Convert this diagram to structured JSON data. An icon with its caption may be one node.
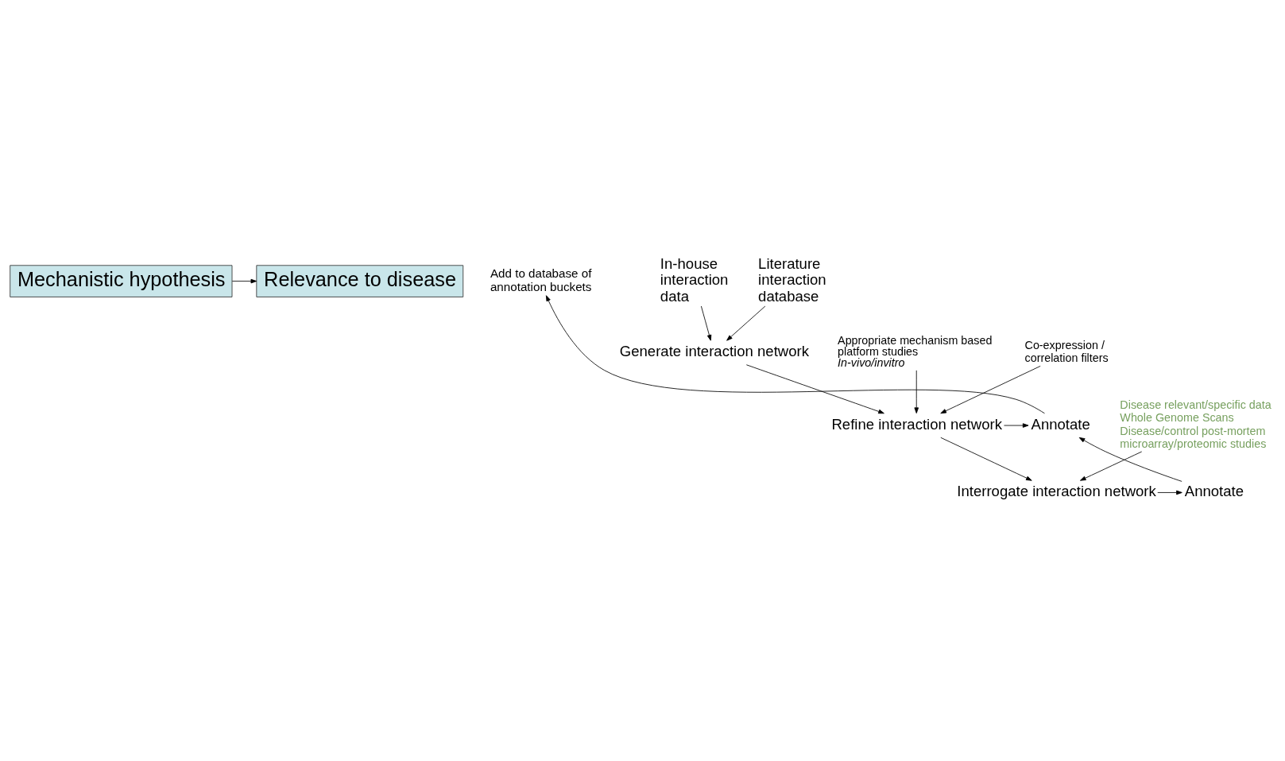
{
  "diagram": {
    "nodes": [
      {
        "text": [
          "Mechanistic hypothesis"
        ]
      },
      {
        "text": [
          "Relevance to disease"
        ]
      },
      {
        "text": [
          "Add to database of annotation buckets"
        ]
      },
      {
        "text": [
          "In-house interaction data"
        ]
      },
      {
        "text": [
          "Literature interaction database"
        ]
      },
      {
        "text": [
          "Generate interaction network"
        ]
      },
      {
        "text": [
          "Appropriate mechanism based platform studies",
          "In-vivo/invitro"
        ]
      },
      {
        "text": [
          "Co-expression / correlation filters"
        ]
      },
      {
        "text": [
          "Annotate"
        ]
      },
      {
        "text": [
          "Refine interaction network"
        ]
      },
      {
        "text": [
          "Disease relevant/specific data",
          "Whole Genome Scans",
          "Disease/control post-mortem microarray/proteomic studies"
        ]
      },
      {
        "text": [
          "Annotate"
        ]
      },
      {
        "text": [
          "Interrogate interaction network"
        ]
      }
    ],
    "edges": [
      {
        "from": 0,
        "to": 1,
        "arrow": "to"
      },
      {
        "from": 3,
        "to": 5,
        "arrow": "to"
      },
      {
        "from": 4,
        "to": 5,
        "arrow": "to"
      },
      {
        "from": 5,
        "to": 9,
        "arrow": "to"
      },
      {
        "from": 6,
        "to": 9,
        "arrow": "to"
      },
      {
        "from": 7,
        "to": 9,
        "arrow": "to"
      },
      {
        "from": 9,
        "to": 8,
        "arrow": "to"
      },
      {
        "from": 8,
        "to": 2,
        "arrow": "to"
      },
      {
        "from": 9,
        "to": 12,
        "arrow": "to"
      },
      {
        "from": 10,
        "to": 12,
        "arrow": "to"
      },
      {
        "from": 12,
        "to": 11,
        "arrow": "to"
      },
      {
        "from": 11,
        "to": 8,
        "arrow": "to"
      }
    ]
  }
}
